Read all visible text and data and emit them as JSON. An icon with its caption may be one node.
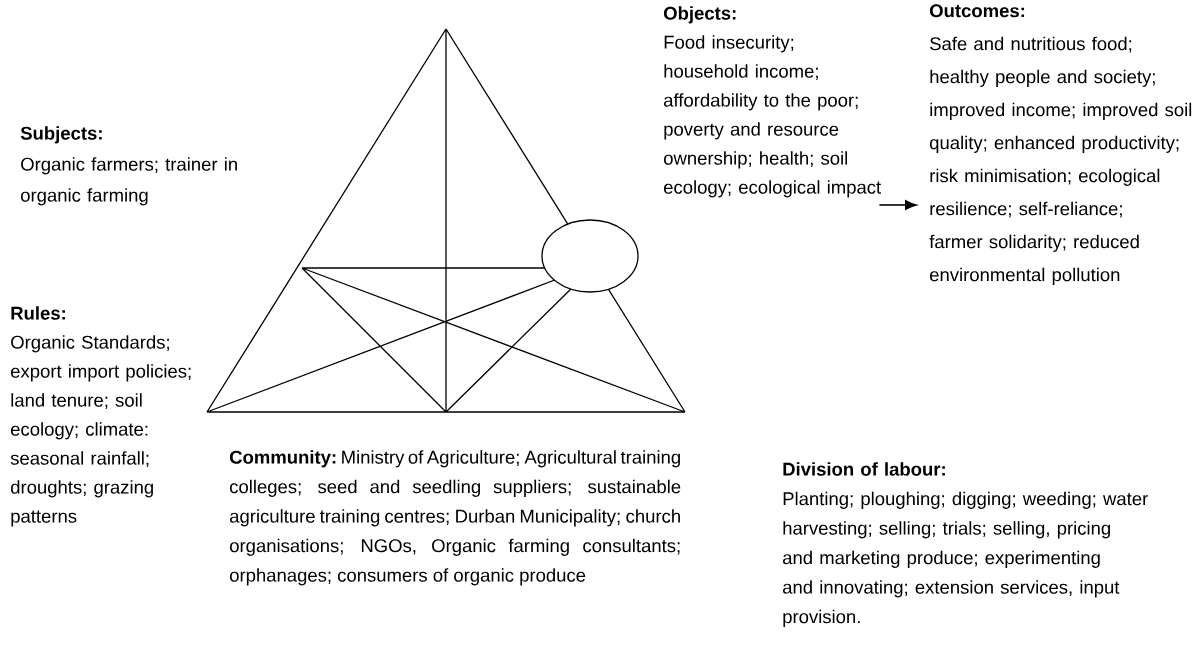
{
  "diagram": {
    "nodes": [
      {
        "text": [
          "Objects:",
          "Food insecurity; household income; affordability to the poor; poverty and resource ownership; health; soil ecology; ecological impact"
        ]
      },
      {
        "text": [
          "Outcomes:",
          "Safe and nutritious food; healthy people and society; improved income; improved soil quality; enhanced productivity; risk minimisation; ecological resilience; self-reliance; farmer solidarity; reduced environmental pollution"
        ]
      },
      {
        "text": [
          "Subjects:",
          "Organic farmers; trainer in organic farming"
        ]
      },
      {
        "text": [],
        "shape": "ellipse"
      },
      {
        "text": [
          "Rules:",
          "Organic Standards; export import policies; land tenure; soil ecology; climate: seasonal rainfall; droughts; grazing patterns"
        ]
      },
      {
        "text": [
          "Community:",
          "Ministry of Agriculture; Agricultural training colleges; seed and seedling suppliers; sustainable agriculture training centres; Durban Municipality; church organisations; NGOs, Organic farming consultants; orphanages; consumers of organic produce"
        ]
      },
      {
        "text": [
          "Division of labour:",
          "Planting; ploughing; digging; weeding; water harvesting; selling; trials; selling, pricing and marketing produce; experimenting and innovating; extension services, input provision."
        ]
      }
    ],
    "edges": [
      {
        "from": 0,
        "to": 1,
        "arrow": "to"
      }
    ]
  }
}
